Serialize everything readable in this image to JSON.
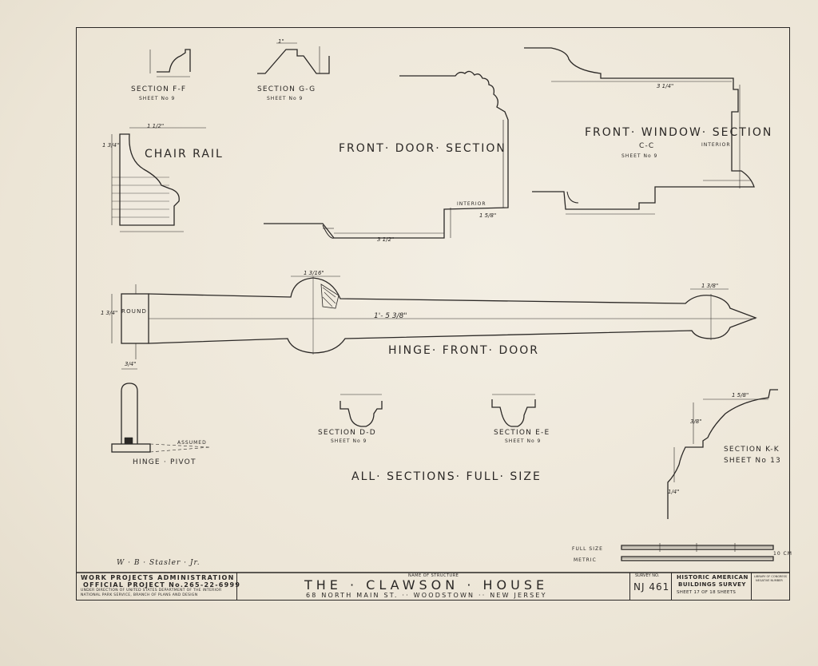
{
  "sheet_title": {
    "name_of_structure_caption": "NAME OF STRUCTURE",
    "title": "THE · CLAWSON · HOUSE",
    "address": "68 NORTH MAIN ST. ·· WOODSTOWN ·· NEW JERSEY"
  },
  "left_block": {
    "line1": "WORK PROJECTS ADMINISTRATION",
    "line2": "OFFICIAL PROJECT No.265-22-6999",
    "line3": "UNDER DIRECTION OF UNITED STATES DEPARTMENT OF THE INTERIOR",
    "line4": "NATIONAL PARK SERVICE, BRANCH OF PLANS AND DESIGN"
  },
  "survey": {
    "caption": "SURVEY NO.",
    "number": "NJ 461"
  },
  "habs": {
    "line1": "HISTORIC AMERICAN",
    "line2": "BUILDINGS SURVEY",
    "sheet": "SHEET 17 OF 18 SHEETS"
  },
  "library": {
    "line1": "LIBRARY OF CONGRESS",
    "line2": "NEGATIVE NUMBER"
  },
  "drafter": "W · B · Stasler · Jr.",
  "labels": {
    "section_ff": "SECTION F-F",
    "section_ff_sheet": "SHEET No 9",
    "section_gg": "SECTION G-G",
    "section_gg_sheet": "SHEET No 9",
    "chair_rail": "CHAIR RAIL",
    "front_door_section": "FRONT· DOOR· SECTION",
    "front_window_section": "FRONT· WINDOW· SECTION",
    "section_cc": "C-C",
    "section_cc_sheet": "SHEET No 9",
    "interior1": "INTERIOR",
    "interior2": "INTERIOR",
    "hinge_front_door": "HINGE· FRONT· DOOR",
    "hinge_pivot": "HINGE · PIVOT",
    "assumed": "ASSUMED",
    "round": "ROUND",
    "section_dd": "SECTION D-D",
    "section_dd_sheet": "SHEET No 9",
    "section_ee": "SECTION E-E",
    "section_ee_sheet": "SHEET No 9",
    "section_kk": "SECTION K-K",
    "section_kk_sheet": "SHEET No 13",
    "all_sections": "ALL· SECTIONS· FULL· SIZE",
    "full_size": "FULL SIZE",
    "metric": "METRIC",
    "cm10": "10 CM",
    "hinge_length": "1'- 5 3/8\""
  },
  "dimensions": {
    "d1": "1 3/4\"",
    "d2": "1 3/8\"",
    "d3": "1\"",
    "d4": "3/4\"",
    "d5": "3 1/2\"",
    "d6": "1 5/8\"",
    "d7": "3 1/4\"",
    "d8": "1 1/2\"",
    "d9": "3/8\"",
    "d10": "1 3/4\"",
    "d11": "1 3/16\"",
    "d12": "1 5/8\"",
    "d13": "1/4\""
  }
}
